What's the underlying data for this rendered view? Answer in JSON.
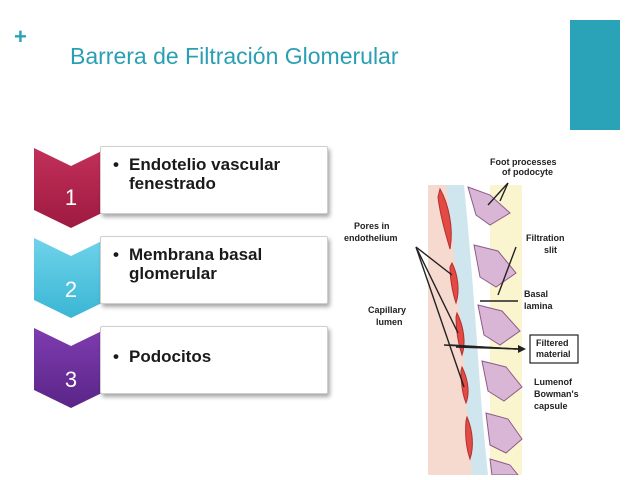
{
  "slide": {
    "plus": "+",
    "title": "Barrera de Filtración Glomerular"
  },
  "steps": [
    {
      "number": "1",
      "bullet": "•",
      "text_line1": "Endotelio vascular",
      "text_line2": "fenestrado",
      "color": "#b5214a"
    },
    {
      "number": "2",
      "bullet": "•",
      "text_line1": "Membrana basal",
      "text_line2": "glomerular",
      "color": "#4fc6e0"
    },
    {
      "number": "3",
      "bullet": "•",
      "text_line1": "Podocitos",
      "text_line2": "",
      "color": "#6a2f99"
    }
  ],
  "diagram": {
    "labels": {
      "foot1": "Foot processes",
      "foot2": "of podocyte",
      "pores1": "Pores in",
      "pores2": "endothelium",
      "filt1": "Filtration",
      "filt2": "slit",
      "cap1": "Capillary",
      "cap2": "lumen",
      "basal1": "Basal",
      "basal2": "lamina",
      "filtered1": "Filtered",
      "filtered2": "material",
      "bow1": "Lumenof",
      "bow2": "Bowman's",
      "bow3": "capsule"
    },
    "colors": {
      "lumen": "#f6d9cf",
      "endothelium": "#e24a44",
      "basal": "#cfe6ee",
      "podocyte": "#d9b6d6",
      "bowman": "#fbf5cf"
    }
  }
}
